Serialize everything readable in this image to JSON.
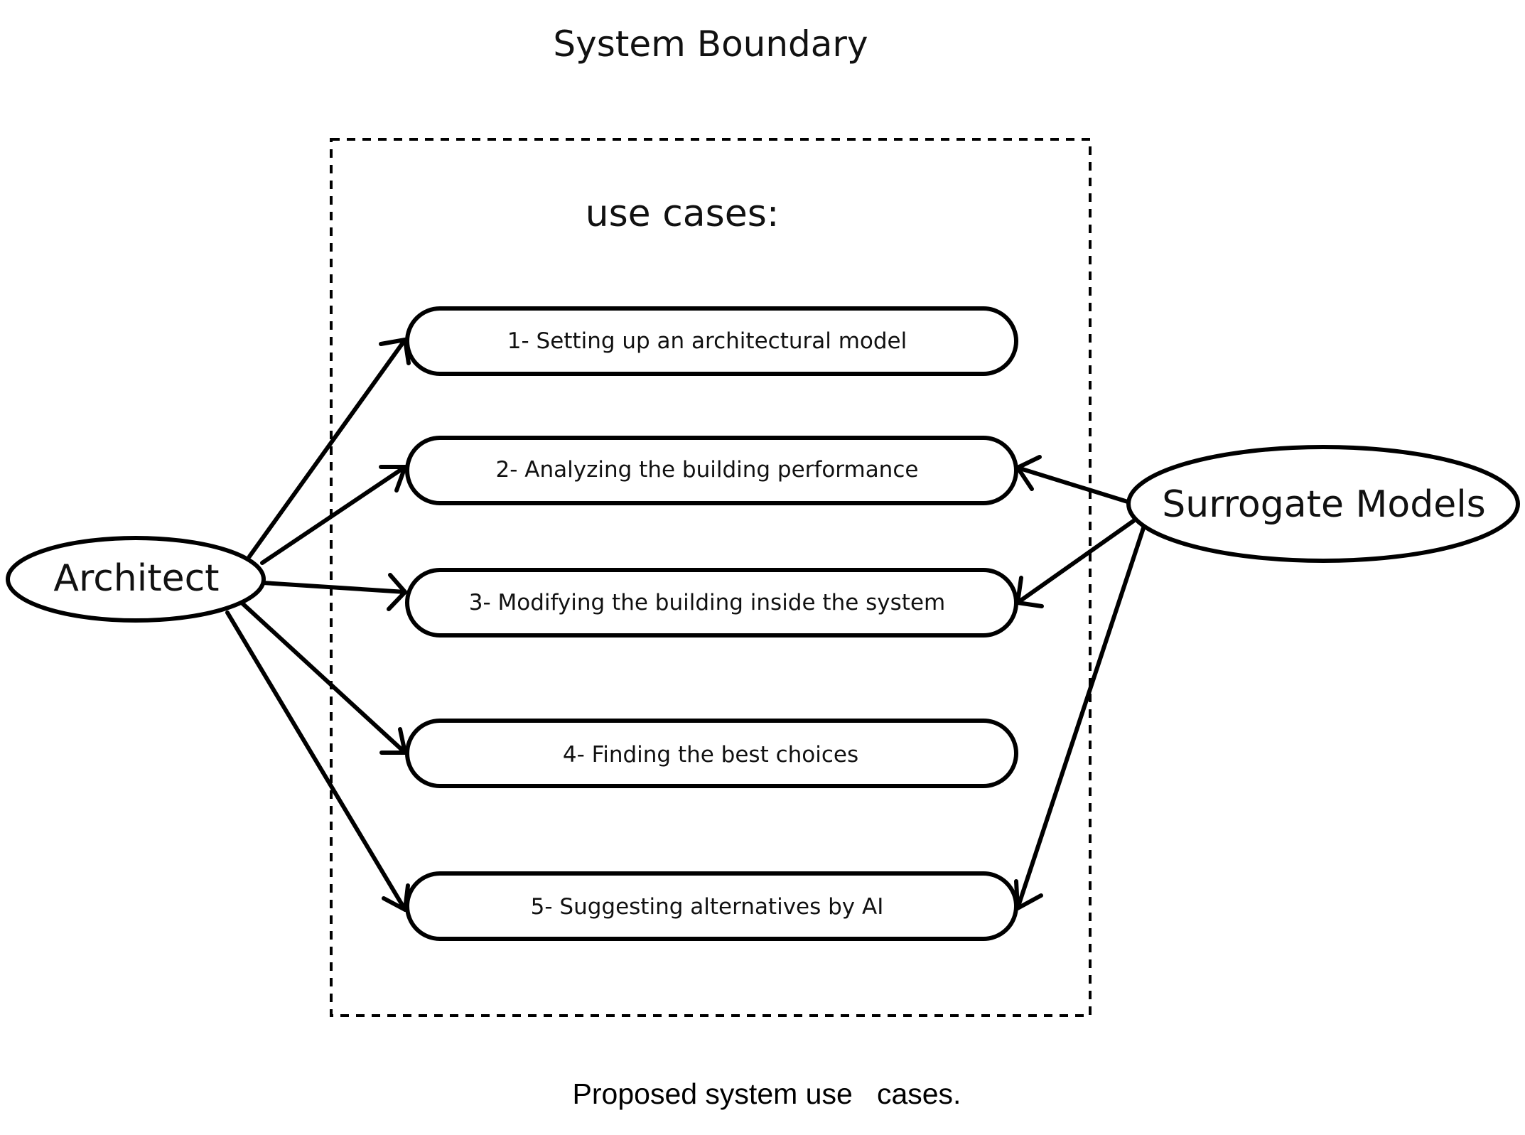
{
  "title": "System Boundary",
  "boundary_label": "use cases:",
  "actors": {
    "left": "Architect",
    "right": "Surrogate Models"
  },
  "use_cases": [
    "1- Setting up an architectural model",
    "2- Analyzing the building performance",
    "3- Modifying the building inside the system",
    "4- Finding the best choices",
    "5- Suggesting alternatives by AI"
  ],
  "relations": {
    "architect_to": [
      1,
      2,
      3,
      4,
      5
    ],
    "surrogate_models_to": [
      2,
      3,
      5
    ]
  },
  "caption": "Proposed system use   cases."
}
